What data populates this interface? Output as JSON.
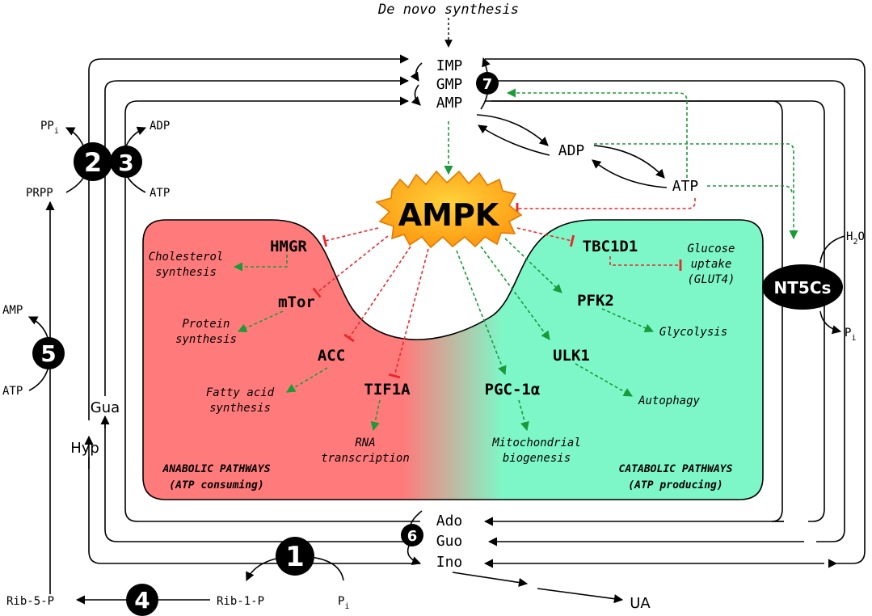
{
  "top": {
    "de_novo": "De novo synthesis"
  },
  "nucleotides": {
    "imp": "IMP",
    "gmp": "GMP",
    "amp": "AMP",
    "adp": "ADP",
    "atp": "ATP"
  },
  "nucleosides": {
    "ado": "Ado",
    "guo": "Guo",
    "ino": "Ino",
    "ua": "UA"
  },
  "bases": {
    "gua": "Gua",
    "hyp": "Hyp"
  },
  "left_metabolites": {
    "ppi": "PP",
    "ppi_sub": "i",
    "prpp": "PRPP",
    "adp": "ADP",
    "atp": "ATP",
    "amp5": "AMP",
    "atp5": "ATP",
    "rib5p": "Rib-5-P",
    "rib1p": "Rib-1-P",
    "pi": "P",
    "pi_sub": "i"
  },
  "nt5cs": {
    "label": "NT5Cs",
    "h2o": "H",
    "h2o_sub": "2",
    "h2o_tail": "O",
    "pi": "P",
    "pi_sub": "i"
  },
  "enzyme_markers": [
    "1",
    "2",
    "3",
    "4",
    "5",
    "6",
    "7"
  ],
  "ampk": {
    "label": "AMPK"
  },
  "anabolic": {
    "targets": [
      {
        "name": "HMGR",
        "process": [
          "Cholesterol",
          "synthesis"
        ]
      },
      {
        "name": "mTor",
        "process": [
          "Protein",
          "synthesis"
        ]
      },
      {
        "name": "ACC",
        "process": [
          "Fatty acid",
          "synthesis"
        ]
      },
      {
        "name": "TIF1A",
        "process": [
          "RNA",
          "transcription"
        ]
      }
    ],
    "title": "ANABOLIC PATHWAYS",
    "subtitle": "(ATP consuming)"
  },
  "catabolic": {
    "targets": [
      {
        "name": "TBC1D1",
        "process": [
          "Glucose",
          "uptake",
          "(GLUT4)"
        ]
      },
      {
        "name": "PFK2",
        "process": [
          "Glycolysis"
        ]
      },
      {
        "name": "ULK1",
        "process": [
          "Autophagy"
        ]
      },
      {
        "name": "PGC-1α",
        "process": [
          "Mitochondrial",
          "biogenesis"
        ]
      }
    ],
    "title": "CATABOLIC PATHWAYS",
    "subtitle": "(ATP producing)"
  },
  "colors": {
    "anabolic": "#ff7b7b",
    "catabolic": "#7ef7c8",
    "inhibit": "#e8282a",
    "activate": "#1a9a3a",
    "ampk_fill": "#ffa51c"
  }
}
